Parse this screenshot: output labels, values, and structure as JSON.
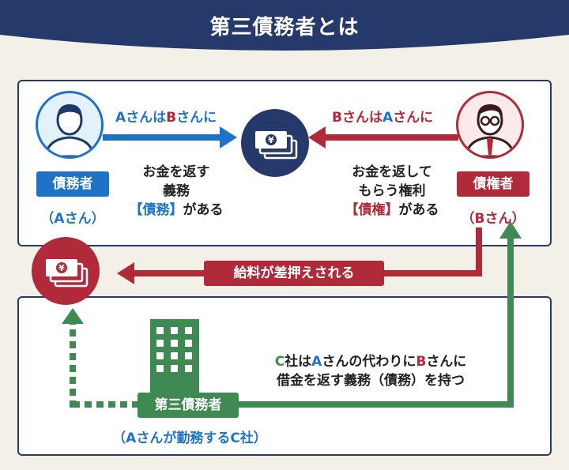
{
  "header": {
    "title": "第三債務者とは"
  },
  "debtor": {
    "role": "債務者",
    "name": "（Aさん）"
  },
  "creditor": {
    "role": "債権者",
    "name": "（Bさん）"
  },
  "third_party": {
    "role": "第三債務者",
    "name": "（Aさんが勤務するC社）"
  },
  "arrow_a_to_money": {
    "p1": "A",
    "p2": "さんは",
    "p3": "B",
    "p4": "さんに"
  },
  "arrow_b_to_money": {
    "p1": "B",
    "p2": "さんは",
    "p3": "A",
    "p4": "さんに"
  },
  "debtor_duty": {
    "line1": "お金を返す",
    "line2": "義務",
    "line3_em": "【債務】",
    "line3_rest": "がある"
  },
  "creditor_right": {
    "line1": "お金を返して",
    "line2": "もらう権利",
    "line3_em": "【債権】",
    "line3_rest": "がある"
  },
  "garnish": {
    "label": "給料が差押えされる"
  },
  "third_party_desc": {
    "p1": "C",
    "p2": "社は",
    "p3": "A",
    "p4": "さんの代わりに",
    "p5": "B",
    "p6": "さんに",
    "line2": "借金を返す義務（債務）を持つ"
  },
  "icons": {
    "money": "money-yen-icon",
    "person": "person-icon",
    "building": "building-icon"
  },
  "colors": {
    "navy": "#253a6b",
    "blue": "#1e73c8",
    "red": "#b02a3a",
    "green": "#3f8a52",
    "bg": "#f3f0e8"
  }
}
